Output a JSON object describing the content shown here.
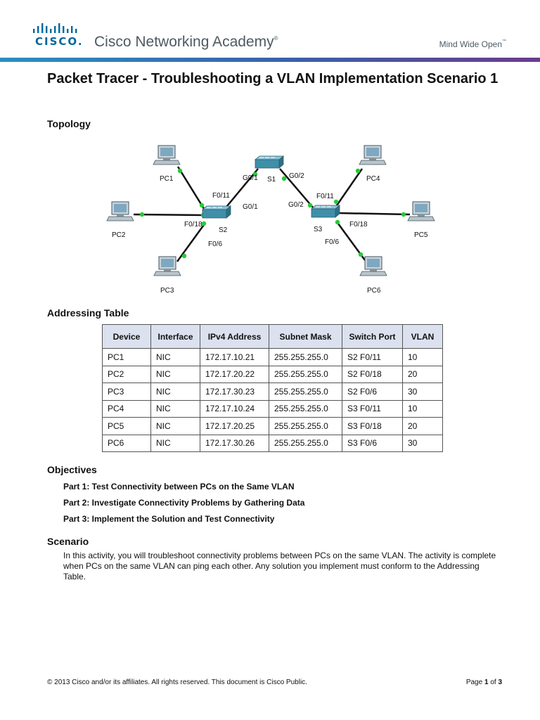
{
  "header": {
    "brand": "CISCO",
    "academy": "Cisco Networking Academy",
    "academy_mark": "®",
    "tagline": "Mind Wide Open",
    "tagline_mark": "™",
    "bar_color_start": "#2a8fc0",
    "bar_color_end": "#6a3b8f",
    "brand_color": "#00679f"
  },
  "title": "Packet Tracer - Troubleshooting a VLAN Implementation Scenario 1",
  "sections": {
    "topology": "Topology",
    "addressing": "Addressing Table",
    "objectives": "Objectives",
    "scenario": "Scenario"
  },
  "topology": {
    "switches": {
      "s1": "S1",
      "s2": "S2",
      "s3": "S3"
    },
    "pcs": {
      "pc1": "PC1",
      "pc2": "PC2",
      "pc3": "PC3",
      "pc4": "PC4",
      "pc5": "PC5",
      "pc6": "PC6"
    },
    "ports": {
      "s1_g01": "G0/1",
      "s1_g02": "G0/2",
      "s2_g01": "G0/1",
      "s2_f011": "F0/11",
      "s2_f018": "F0/18",
      "s2_f06": "F0/6",
      "s3_g02": "G0/2",
      "s3_f011": "F0/11",
      "s3_f018": "F0/18",
      "s3_f06": "F0/6"
    },
    "link_color": "#111111",
    "port_dot_color": "#22cc33",
    "switch_color": "#3f8fa8"
  },
  "table": {
    "headers": [
      "Device",
      "Interface",
      "IPv4 Address",
      "Subnet Mask",
      "Switch Port",
      "VLAN"
    ],
    "rows": [
      [
        "PC1",
        "NIC",
        "172.17.10.21",
        "255.255.255.0",
        "S2 F0/11",
        "10"
      ],
      [
        "PC2",
        "NIC",
        "172.17.20.22",
        "255.255.255.0",
        "S2 F0/18",
        "20"
      ],
      [
        "PC3",
        "NIC",
        "172.17.30.23",
        "255.255.255.0",
        "S2 F0/6",
        "30"
      ],
      [
        "PC4",
        "NIC",
        "172.17.10.24",
        "255.255.255.0",
        "S3 F0/11",
        "10"
      ],
      [
        "PC5",
        "NIC",
        "172.17.20.25",
        "255.255.255.0",
        "S3 F0/18",
        "20"
      ],
      [
        "PC6",
        "NIC",
        "172.17.30.26",
        "255.255.255.0",
        "S3 F0/6",
        "30"
      ]
    ],
    "header_bg": "#dbe1ee"
  },
  "objectives": {
    "part1": "Part 1: Test Connectivity between PCs on the Same VLAN",
    "part2": "Part 2: Investigate Connectivity Problems by Gathering Data",
    "part3": "Part 3: Implement the Solution and Test Connectivity"
  },
  "scenario_text": "In this activity, you will troubleshoot connectivity problems between PCs on the same VLAN. The activity is complete when PCs on the same VLAN can ping each other. Any solution you implement must conform to the Addressing Table.",
  "footer": {
    "copyright": "© 2013 Cisco and/or its affiliates. All rights reserved. This document is Cisco Public.",
    "page_word": "Page",
    "page_current": "1",
    "page_of": "of",
    "page_total": "3"
  }
}
